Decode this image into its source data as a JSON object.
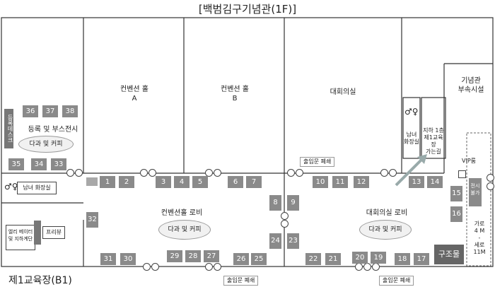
{
  "header": {
    "title": "[백범김구기념관(1F)]"
  },
  "footer": {
    "caption": "제1교육장(B1)"
  },
  "halls": {
    "convA": {
      "line1": "컨벤션 홀",
      "line2": "A"
    },
    "convB": {
      "line1": "컨벤션 홀",
      "line2": "B"
    },
    "conference": "대회의실",
    "memorial": {
      "line1": "기념관",
      "line2": "부속시설"
    }
  },
  "rooms": {
    "registration": "등록 및 부스전시",
    "regDesk": "등록데스크",
    "restroomLeft": "남녀 화장실",
    "restroomRight": "남녀 화장실",
    "basement": {
      "l1": "지하 1층",
      "l2": "제1교육장",
      "l3": "가는길"
    },
    "vip": "VIP룸",
    "elevator": {
      "l1": "엘리 베이터",
      "l2": "및 지하계단"
    },
    "freeView": "프리뷰",
    "structure": "구조물",
    "partitionNote": "전시불가",
    "dimension": {
      "l1": "가로",
      "l2": "4 M",
      "l3": "-",
      "l4": "세로",
      "l5": "11M"
    },
    "convLobby": "컨벤션홀 로비",
    "confLobby": "대회의실 로비"
  },
  "coffee": {
    "registration": "다과 및 커피",
    "convention": "다과 및 커피",
    "conference": "다과 및 커피"
  },
  "entrances": {
    "upper": "출입문 폐쇄",
    "lowerLeft": "출입문 폐쇄",
    "lowerRight": "출입문 폐쇄"
  },
  "booths": [
    "1",
    "2",
    "3",
    "4",
    "5",
    "6",
    "7",
    "8",
    "9",
    "10",
    "11",
    "12",
    "13",
    "14",
    "15",
    "16",
    "17",
    "18",
    "19",
    "20",
    "21",
    "22",
    "23",
    "24",
    "25",
    "26",
    "27",
    "28",
    "29",
    "30",
    "31",
    "32",
    "33",
    "34",
    "35",
    "36",
    "37",
    "38"
  ],
  "icons": {
    "gender": "♂♀"
  }
}
